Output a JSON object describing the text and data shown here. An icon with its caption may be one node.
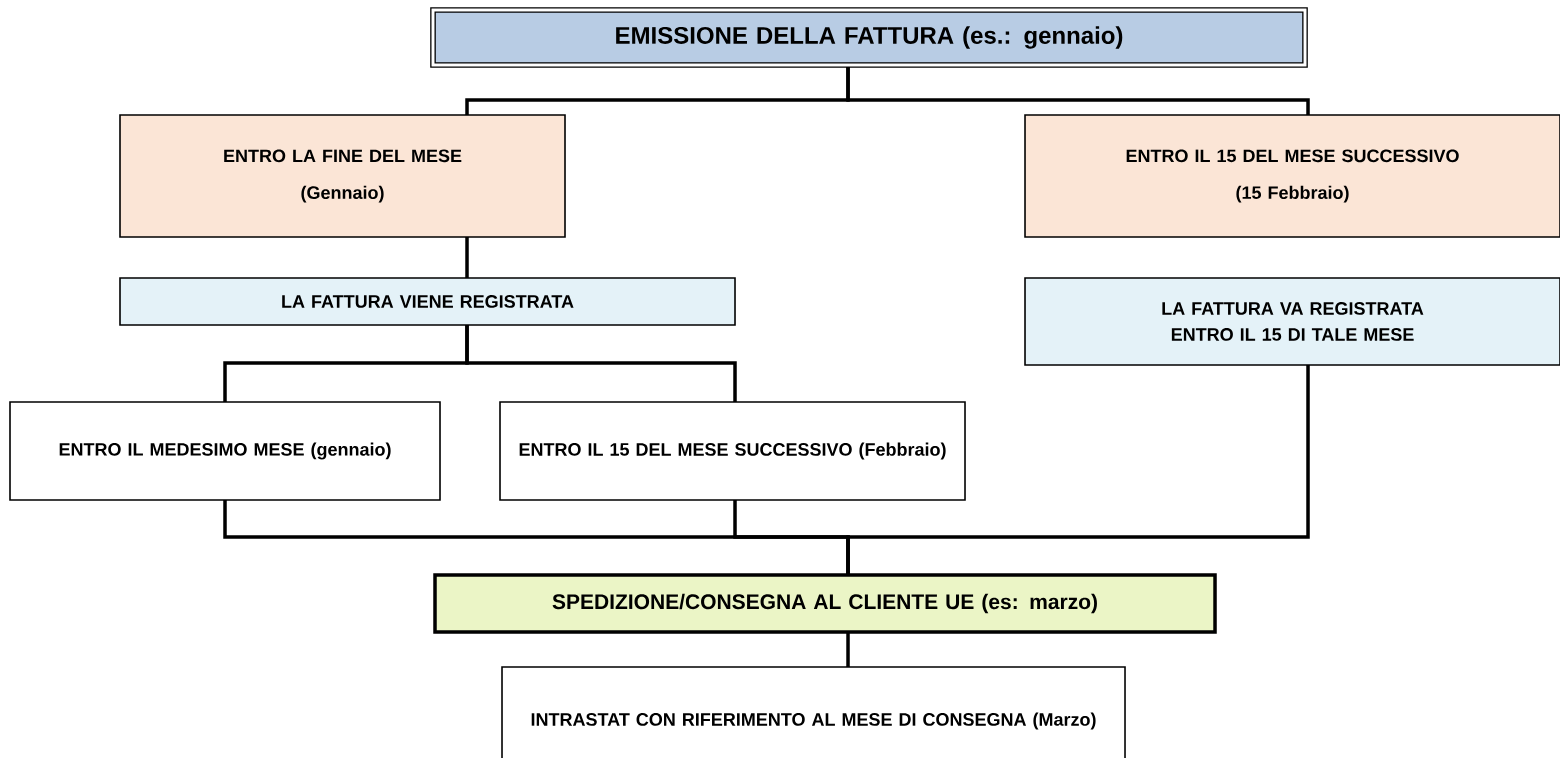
{
  "diagram": {
    "nodes": [
      {
        "text": [
          "EMISSIONE DELLA FATTURA (es.: gennaio)"
        ]
      },
      {
        "text": [
          "ENTRO LA FINE DEL MESE",
          "(Gennaio)"
        ]
      },
      {
        "text": [
          "ENTRO IL 15 DEL MESE SUCCESSIVO",
          "(15 Febbraio)"
        ]
      },
      {
        "text": [
          "LA FATTURA VIENE REGISTRATA"
        ]
      },
      {
        "text": [
          "LA FATTURA VA REGISTRATA ENTRO IL 15 DI TALE MESE"
        ]
      },
      {
        "text": [
          "ENTRO IL MEDESIMO MESE (gennaio)"
        ]
      },
      {
        "text": [
          "ENTRO IL 15 DEL MESE SUCCESSIVO (Febbraio)"
        ]
      },
      {
        "text": [
          "SPEDIZIONE/CONSEGNA AL CLIENTE UE (es: marzo)"
        ]
      },
      {
        "text": [
          "INTRASTAT CON RIFERIMENTO AL MESE DI CONSEGNA (Marzo)"
        ]
      }
    ],
    "edges": [
      {
        "from": 0,
        "to": 1,
        "arrow": "none"
      },
      {
        "from": 0,
        "to": 2,
        "arrow": "none"
      },
      {
        "from": 1,
        "to": 3,
        "arrow": "none"
      },
      {
        "from": 3,
        "to": 5,
        "arrow": "none"
      },
      {
        "from": 3,
        "to": 6,
        "arrow": "none"
      },
      {
        "from": 5,
        "to": 7,
        "arrow": "none"
      },
      {
        "from": 6,
        "to": 7,
        "arrow": "none"
      },
      {
        "from": 4,
        "to": 7,
        "arrow": "none"
      },
      {
        "from": 7,
        "to": 8,
        "arrow": "none"
      }
    ]
  }
}
